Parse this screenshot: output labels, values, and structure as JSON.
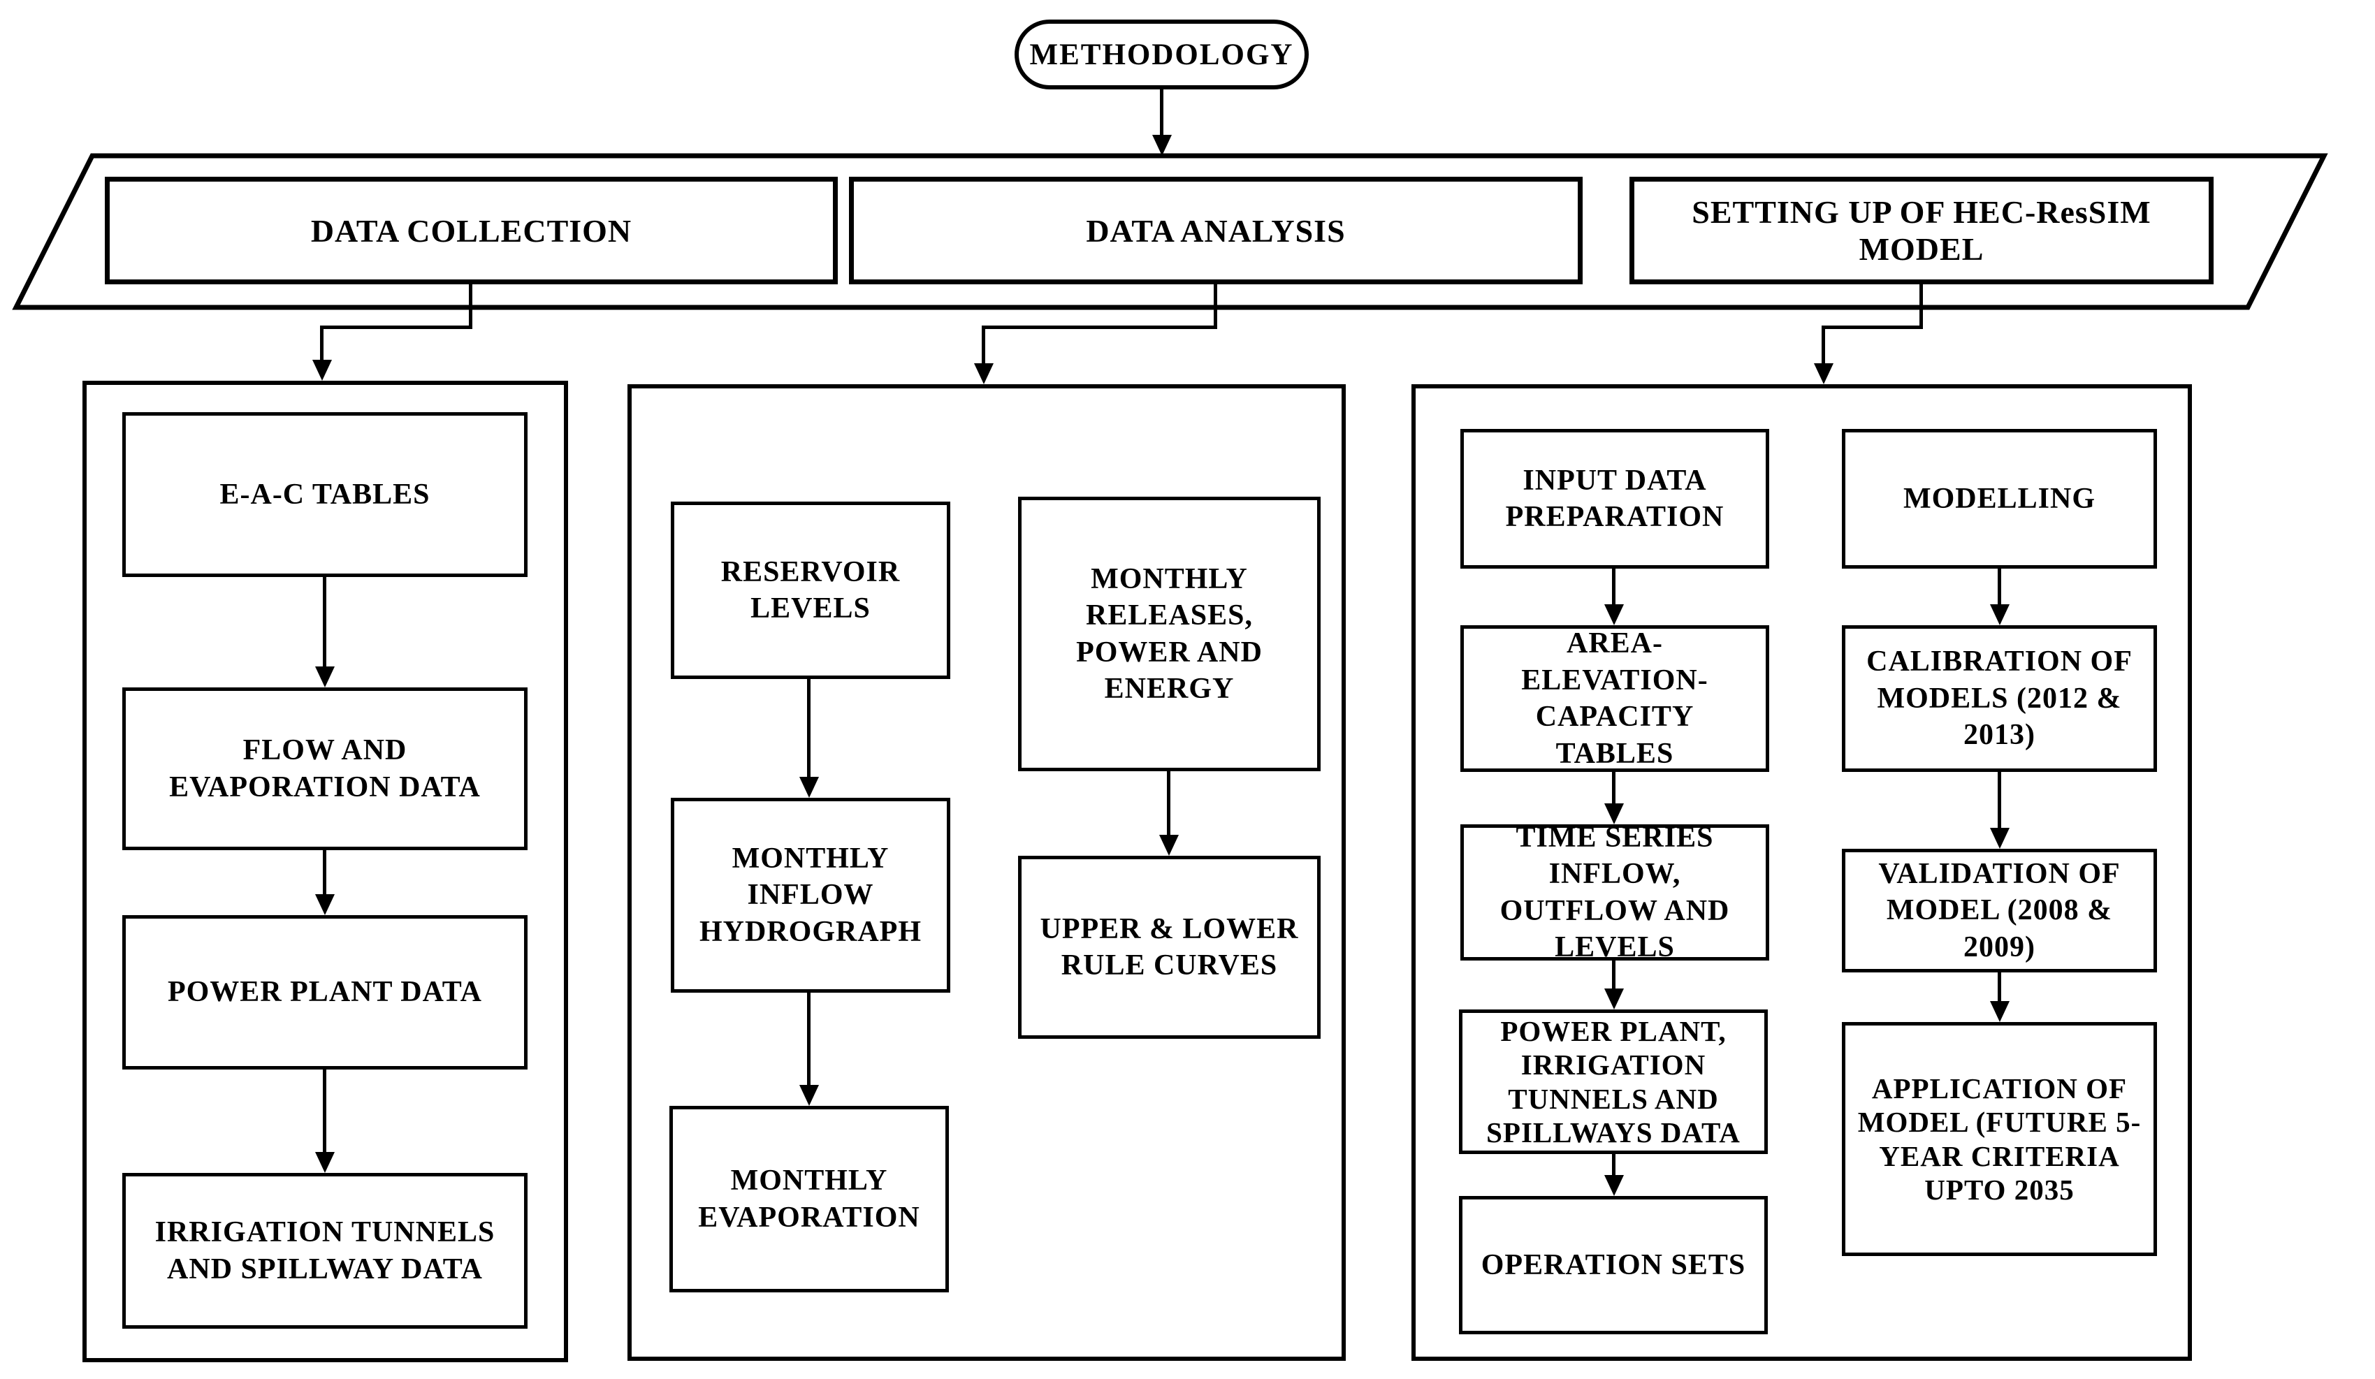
{
  "diagram_title": "METHODOLOGY",
  "phases": [
    {
      "label": "DATA COLLECTION"
    },
    {
      "label": "DATA ANALYSIS"
    },
    {
      "label": "SETTING UP OF HEC-ResSIM MODEL"
    }
  ],
  "data_collection": {
    "steps": [
      "E-A-C TABLES",
      "FLOW AND EVAPORATION DATA",
      "POWER PLANT DATA",
      "IRRIGATION TUNNELS AND SPILLWAY DATA"
    ]
  },
  "data_analysis": {
    "levels_branch": [
      "RESERVOIR LEVELS",
      "MONTHLY INFLOW HYDROGRAPH",
      "MONTHLY EVAPORATION"
    ],
    "releases_branch": [
      "MONTHLY RELEASES, POWER AND ENERGY",
      "UPPER & LOWER RULE CURVES"
    ]
  },
  "model_setup": {
    "input_branch": [
      "INPUT DATA PREPARATION",
      "AREA-ELEVATION-CAPACITY TABLES",
      "TIME SERIES INFLOW, OUTFLOW AND LEVELS",
      "POWER PLANT, IRRIGATION TUNNELS AND SPILLWAYS DATA",
      "OPERATION SETS"
    ],
    "modelling_branch": [
      "MODELLING",
      "CALIBRATION OF MODELS (2012 & 2013)",
      "VALIDATION OF MODEL (2008 & 2009)",
      "APPLICATION OF MODEL (FUTURE 5-YEAR CRITERIA UPTO 2035"
    ]
  },
  "colors": {
    "line": "#000000",
    "background": "#ffffff",
    "text": "#000000"
  }
}
